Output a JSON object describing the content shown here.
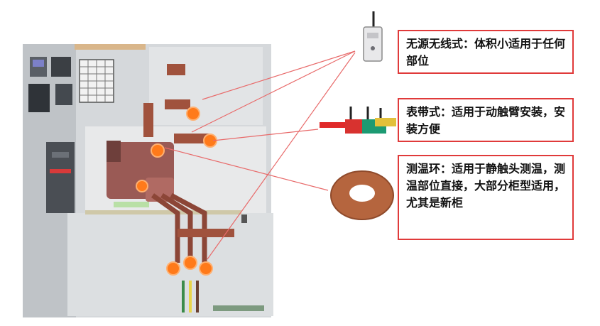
{
  "callouts": {
    "wireless": "无源无线式：体积小适用于任何部位",
    "strap": "表带式：适用于动触臂安装，安装方便",
    "ring": "测温环：适用于静触头测温，测温部位直接，大部分柜型适用，尤其是新柜"
  },
  "colors": {
    "accent": "#e03a3a",
    "copper": "#a0523d",
    "sensor": "#ff7a1a",
    "cabinet": "#c9cdd1"
  }
}
